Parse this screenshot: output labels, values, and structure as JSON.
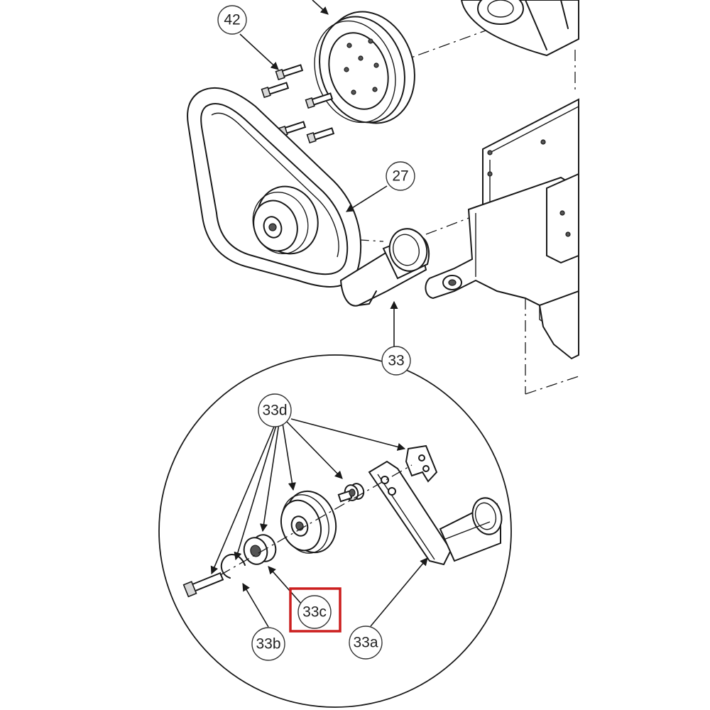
{
  "callouts": {
    "c42": "42",
    "c27": "27",
    "c33": "33",
    "c33d": "33d",
    "c33c": "33c",
    "c33b": "33b",
    "c33a": "33a"
  },
  "colors": {
    "highlight": "#cc1f1f",
    "ink": "#1a1a1a"
  },
  "highlighted_callout": "33c"
}
